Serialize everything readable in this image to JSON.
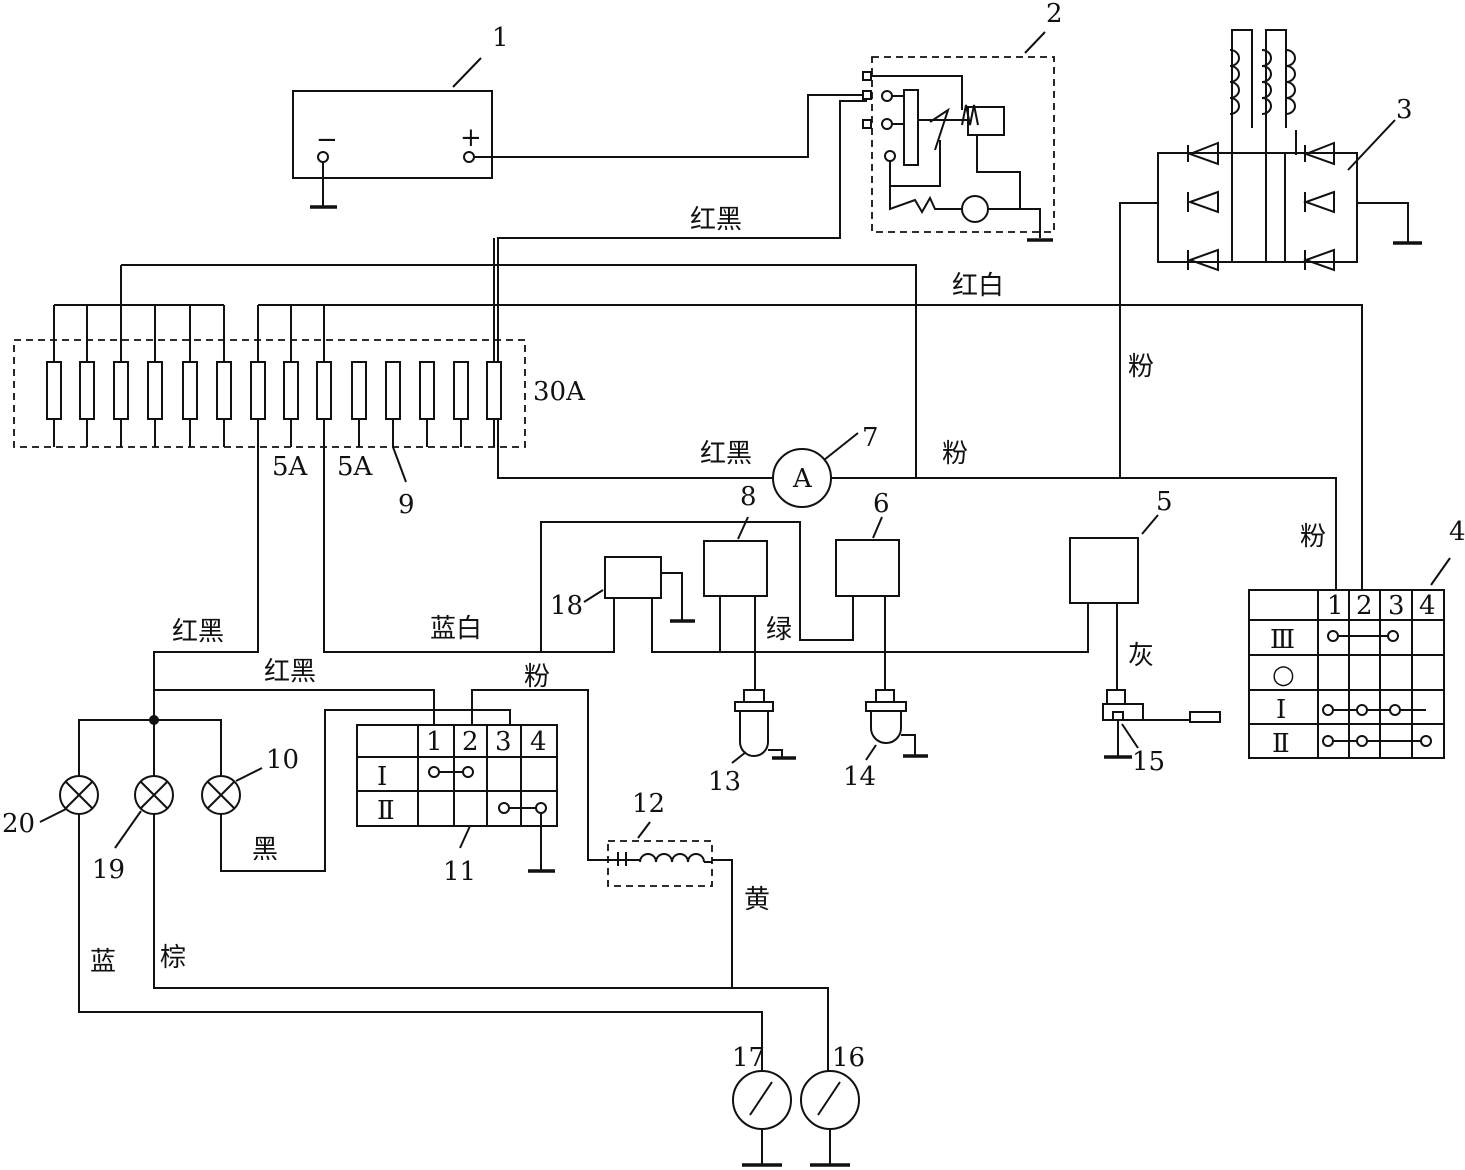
{
  "labels": {
    "n1": "1",
    "n2": "2",
    "n3": "3",
    "n4": "4",
    "n5": "5",
    "n6": "6",
    "n7": "7",
    "n8": "8",
    "n9": "9",
    "n10": "10",
    "n11": "11",
    "n12": "12",
    "n13": "13",
    "n14": "14",
    "n15": "15",
    "n16": "16",
    "n17": "17",
    "n18": "18",
    "n19": "19",
    "n20": "20"
  },
  "battery": {
    "minus": "−",
    "plus": "+"
  },
  "ammeter": {
    "symbol": "A"
  },
  "fuse": {
    "rating_main": "30A",
    "rating_a": "5A",
    "rating_b": "5A"
  },
  "wires": {
    "red_black_top": "红黑",
    "red_white": "红白",
    "pink_right": "粉",
    "red_black_ammeter": "红黑",
    "pink_ammeter": "粉",
    "pink_switch4": "粉",
    "blue_white": "蓝白",
    "green": "绿",
    "red_black_left": "红黑",
    "red_black_mid": "红黑",
    "pink_mid": "粉",
    "grey": "灰",
    "black": "黑",
    "yellow": "黄",
    "blue": "蓝",
    "brown": "棕"
  },
  "switch4": {
    "headers": [
      "1",
      "2",
      "3",
      "4"
    ],
    "rows": [
      "Ⅲ",
      "○",
      "Ⅰ",
      "Ⅱ"
    ]
  },
  "switch11": {
    "headers": [
      "1",
      "2",
      "3",
      "4"
    ],
    "rows": [
      "Ⅰ",
      "Ⅱ"
    ]
  }
}
